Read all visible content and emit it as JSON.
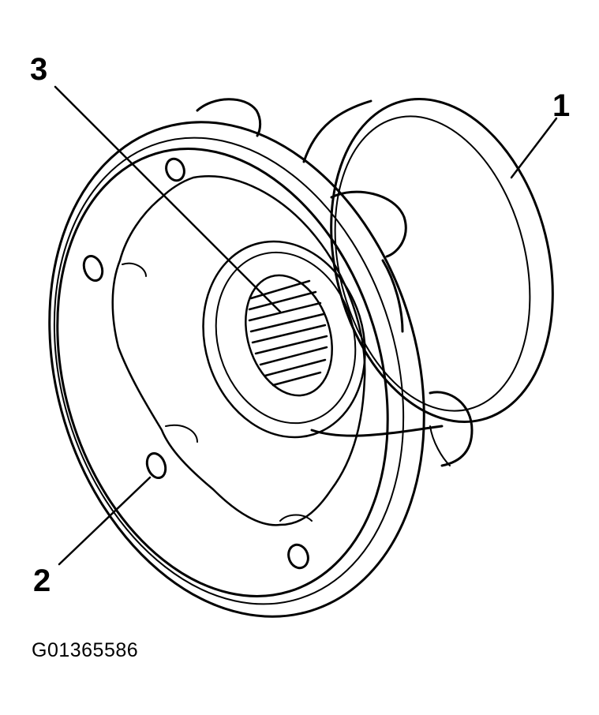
{
  "callouts": {
    "one": "1",
    "two": "2",
    "three": "3"
  },
  "figure_id": "G01365586",
  "colors": {
    "line": "#000000",
    "background": "#ffffff"
  }
}
